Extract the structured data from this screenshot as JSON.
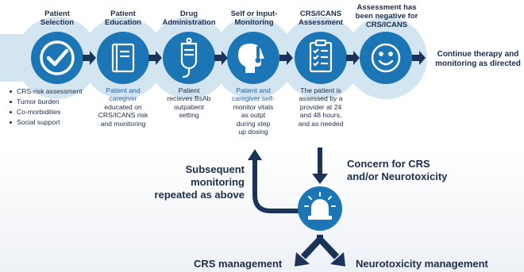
{
  "steps": [
    {
      "title": "Patient\nSelection",
      "icon": "check-icon"
    },
    {
      "title": "Patient\nEducation",
      "icon": "booklet-icon",
      "desc_blue": "Patient and\ncaregiver",
      "desc": "educated on\nCRS/ICANS risk\nand monitoring"
    },
    {
      "title": "Drug\nAdministration",
      "icon": "iv-bag-icon",
      "desc": "Patient\nrecieves BsAb\noutpatient\nsetting"
    },
    {
      "title": "Self or Input-\nMonitoring",
      "icon": "head-thermometer-icon",
      "desc_blue": "Patient and\ncaregiver self-",
      "desc": "monitor vitals\nas outpt\nduring step\nup dosing"
    },
    {
      "title": "CRS/ICANS\nAssessment",
      "icon": "checklist-icon",
      "desc": "The patient is\nassessed by a\nprovider at 24\nand 48 hours,\nand as needed"
    },
    {
      "title": "Assessment has\nbeen negative for\nCRS/ICANS",
      "icon": "smiley-icon"
    }
  ],
  "continue_text": "Continue therapy and\nmonitoring as directed",
  "selection_criteria": [
    "CRS-risk assessment",
    "Tumor burden",
    "Co-morbidities",
    "Social support"
  ],
  "loop_text": "Subsequent\nmonitoring\nrepeated as above",
  "concern_text": "Concern for CRS\nand/or Neurotoxicity",
  "alarm_icon": "alarm-siren-icon",
  "outcomes": {
    "left": "CRS management",
    "right": "Neurotoxicity management"
  },
  "colors": {
    "band": "#cfe2ef",
    "circle": "#1c76b5",
    "arrow": "#1b3358",
    "text": "#1c2d4a",
    "accent_text": "#2a5fa8"
  }
}
